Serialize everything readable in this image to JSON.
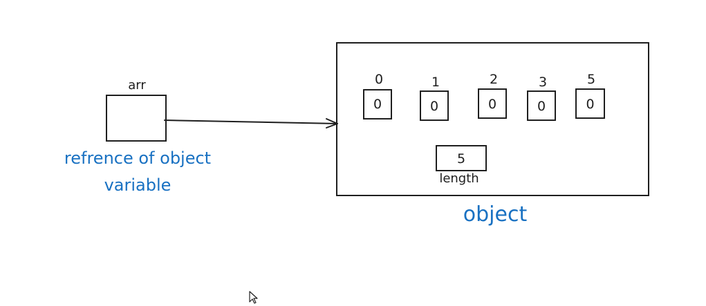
{
  "reference": {
    "name_label": "arr",
    "caption_line1": "refrence of object",
    "caption_line2": "variable"
  },
  "object": {
    "caption": "object",
    "indices": [
      "0",
      "1",
      "2",
      "3",
      "5"
    ],
    "values": [
      "0",
      "0",
      "0",
      "0",
      "0"
    ],
    "length_value": "5",
    "length_label": "length"
  },
  "colors": {
    "stroke": "#1e1e1e",
    "accent_text": "#1971c2",
    "background": "#ffffff"
  }
}
